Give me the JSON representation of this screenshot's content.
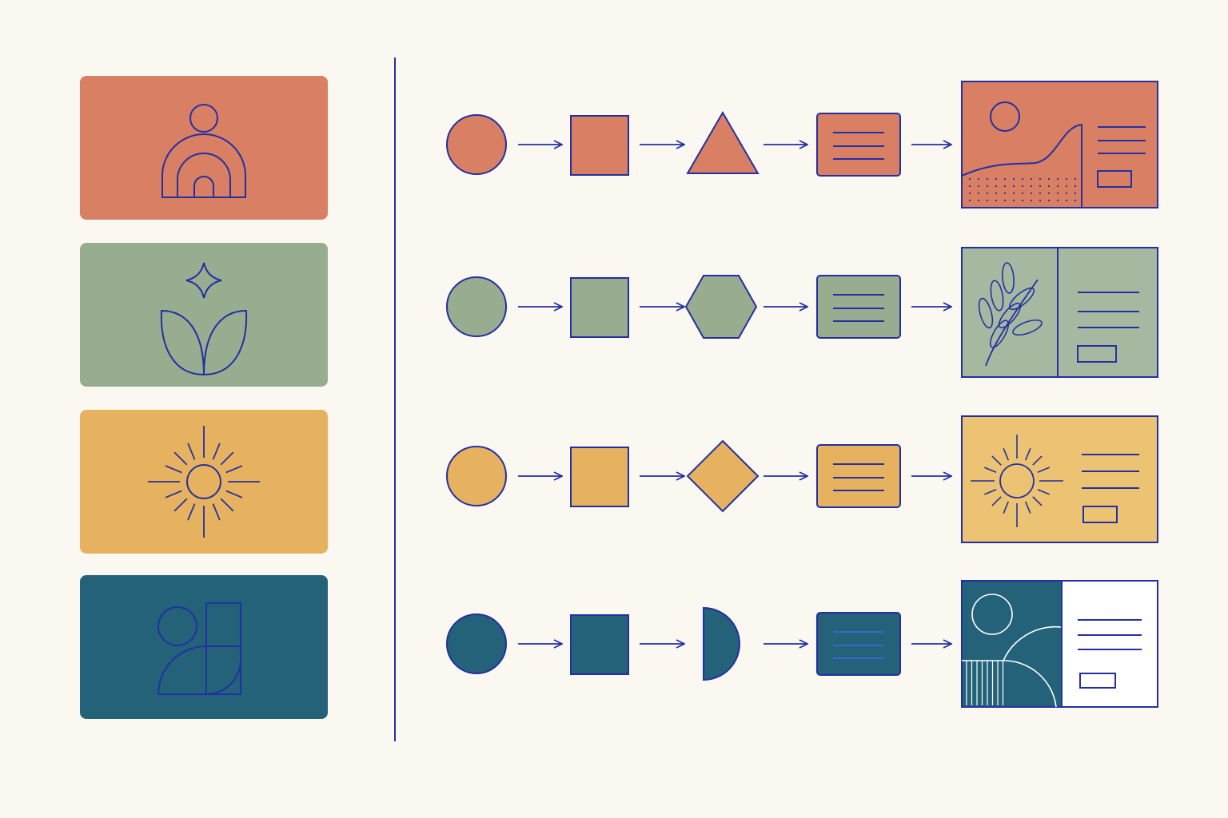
{
  "palette": {
    "background": "#fbf8f2",
    "stroke": "#2230a3",
    "terracotta": "#d97f63",
    "sage": "#98ad8f",
    "mustard": "#e6b25f",
    "teal": "#24627a",
    "white": "#ffffff"
  },
  "divider": {
    "visible": true
  },
  "rows": [
    {
      "name": "terracotta",
      "color_key": "terracotta",
      "card_icon": "person-arch-icon",
      "shapes": [
        "circle",
        "square",
        "triangle",
        "text-card"
      ],
      "final_panel": {
        "type": "landscape-dotted",
        "text_lines": 3,
        "has_button": true
      }
    },
    {
      "name": "sage",
      "color_key": "sage",
      "card_icon": "tulip-sparkle-icon",
      "shapes": [
        "circle",
        "square",
        "hexagon",
        "text-card"
      ],
      "final_panel": {
        "type": "leaf-split",
        "text_lines": 3,
        "has_button": true
      }
    },
    {
      "name": "mustard",
      "color_key": "mustard",
      "card_icon": "sun-rays-icon",
      "shapes": [
        "circle",
        "square",
        "diamond",
        "text-card"
      ],
      "final_panel": {
        "type": "sun",
        "text_lines": 3,
        "has_button": true
      }
    },
    {
      "name": "teal",
      "color_key": "teal",
      "card_icon": "geometric-composition-icon",
      "shapes": [
        "circle",
        "square",
        "half-circle",
        "text-card"
      ],
      "final_panel": {
        "type": "geometric-split",
        "text_lines": 3,
        "has_button": true
      }
    }
  ]
}
